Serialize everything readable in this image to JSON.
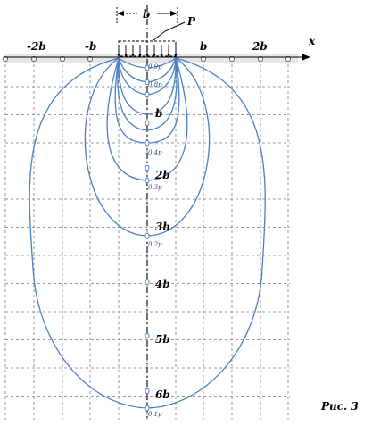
{
  "figure": {
    "caption": "Рис. 3",
    "load_label": "P",
    "width_label": "b",
    "axis_label": "x",
    "x_ticks": [
      "-2b",
      "-b",
      "b",
      "2b"
    ],
    "depth_ticks": [
      "b",
      "2b",
      "3b",
      "4b",
      "5b",
      "6b"
    ],
    "isobar_labels": [
      "0.9p",
      "0.8p",
      "0.4p",
      "0.3p",
      "0.2p",
      "0.1p"
    ],
    "curve_color": "#4a7fc8",
    "grid_color": "#7a7a7a"
  }
}
